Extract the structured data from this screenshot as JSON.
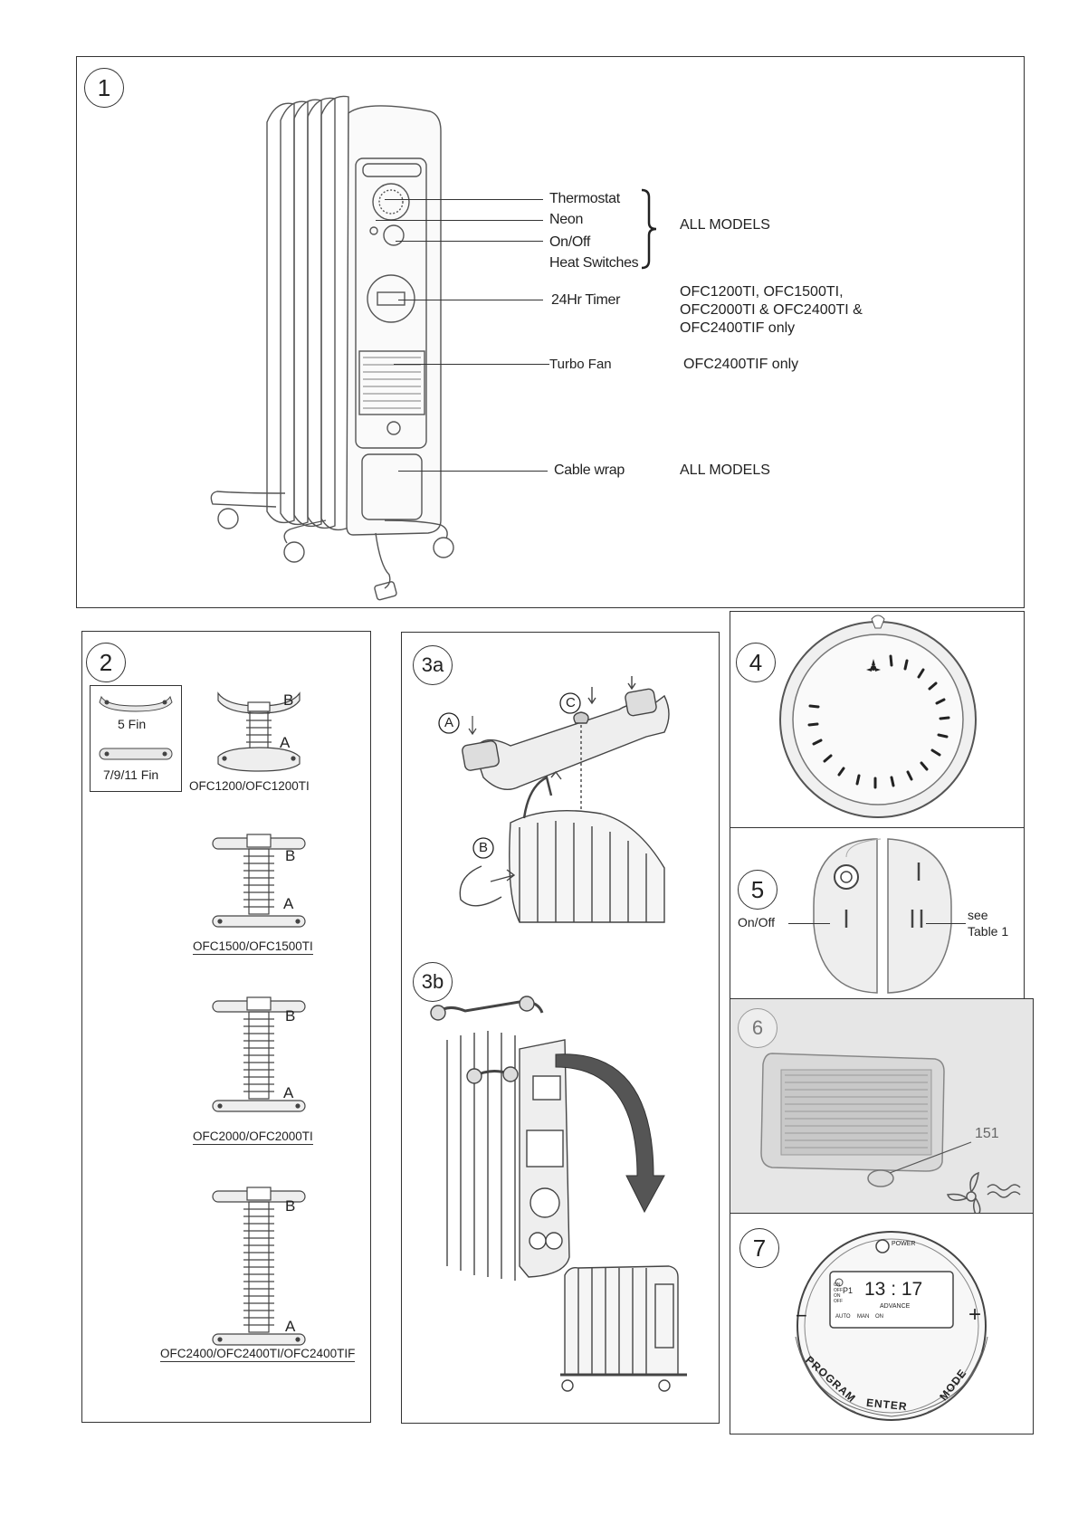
{
  "panel1": {
    "number": "1",
    "labels": {
      "thermostat": "Thermostat",
      "neon": "Neon",
      "onoff": "On/Off",
      "heat_switches": "Heat Switches",
      "timer": "24Hr Timer",
      "turbo_fan": "Turbo Fan",
      "cable_wrap": "Cable wrap"
    },
    "notes": {
      "all_models_1": "ALL MODELS",
      "timer_models_line1": "OFC1200TI, OFC1500TI,",
      "timer_models_line2": "OFC2000TI & OFC2400TI &",
      "timer_models_line3": "OFC2400TIF only",
      "fan_models": "OFC2400TIF only",
      "all_models_2": "ALL MODELS"
    }
  },
  "panel2": {
    "number": "2",
    "legend": {
      "fin5": "5 Fin",
      "fin7911": "7/9/11 Fin"
    },
    "diagrams": [
      {
        "model": "OFC1200/OFC1200TI",
        "label_b": "B",
        "label_a": "A"
      },
      {
        "model": "OFC1500/OFC1500TI",
        "label_b": "B",
        "label_a": "A"
      },
      {
        "model": "OFC2000/OFC2000TI",
        "label_b": "B",
        "label_a": "A"
      },
      {
        "model": "OFC2400/OFC2400TI/OFC2400TIF",
        "label_b": "B",
        "label_a": "A"
      }
    ]
  },
  "panel3a": {
    "number": "3a",
    "label_a": "A",
    "label_b": "B",
    "label_c": "C"
  },
  "panel3b": {
    "number": "3b"
  },
  "panel4": {
    "number": "4"
  },
  "panel5": {
    "number": "5",
    "onoff": "On/Off",
    "see_line1": "see",
    "see_line2": "Table 1"
  },
  "panel6": {
    "number": "6",
    "tag": "151"
  },
  "panel7": {
    "number": "7",
    "power": "POWER",
    "time": "13 : 17",
    "program_code": "P1",
    "advance": "ADVANCE",
    "status_row": [
      "AUTO",
      "MAN",
      "ON"
    ],
    "side_codes": [
      "ON",
      "OFF",
      "ON",
      "OFF"
    ],
    "minus": "−",
    "plus": "+",
    "program": "PROGRAM",
    "enter": "ENTER",
    "mode": "MODE"
  }
}
